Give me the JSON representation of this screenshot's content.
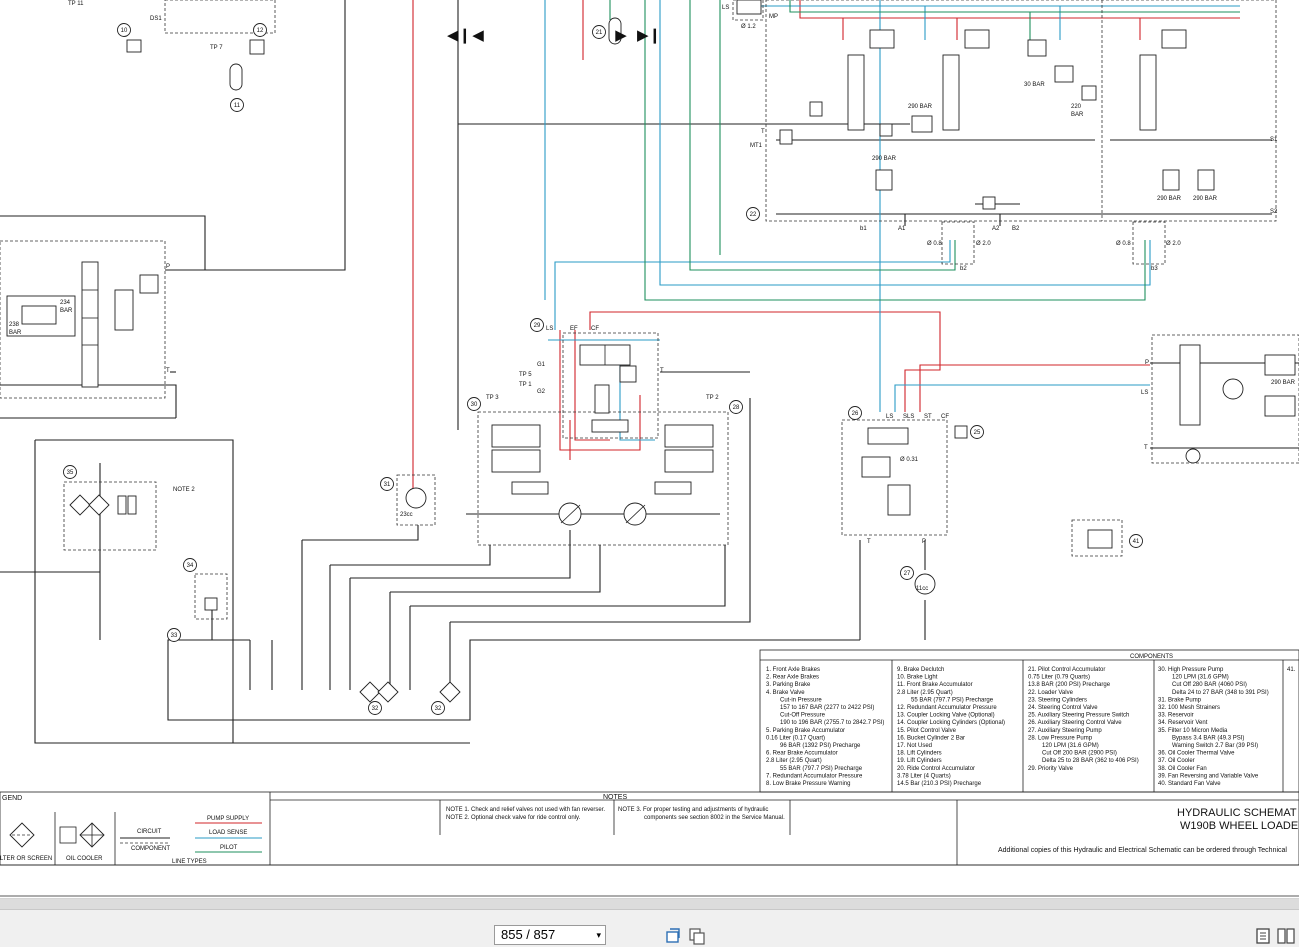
{
  "sheet": {
    "title_line1": "HYDRAULIC SCHEMAT",
    "title_line2": "W190B WHEEL LOADE",
    "copies_note": "Additional copies of this Hydraulic and Electrical Schematic can be ordered through Technical",
    "legend_title": "GEND",
    "notes_title": "NOTES",
    "components_title": "COMPONENTS"
  },
  "legend": {
    "filter_label": "LTER OR SCREEN",
    "cooler_label": "OIL COOLER",
    "circuit": "CIRCUIT",
    "component": "COMPONENT",
    "line_types": "LINE TYPES",
    "pump_supply": "PUMP SUPPLY",
    "load_sense": "LOAD SENSE",
    "pilot": "PILOT",
    "pump_color": "#d0242a",
    "load_color": "#2a9bc6",
    "pilot_color": "#1e8f5e"
  },
  "notes": [
    "NOTE  1.  Check and relief valves not used with fan reverser.",
    "NOTE  2.  Optional check valve for ride control only.",
    "NOTE  3.  For proper testing and adjustments of hydraulic",
    "components see section 8002 in the Service Manual."
  ],
  "components": {
    "col1": [
      "1.  Front Axle Brakes",
      "2.  Rear Axle Brakes",
      "3.  Parking Brake",
      "4.  Brake Valve",
      "Cut-in Pressure",
      "157 to 167 BAR (2277 to 2422 PSI)",
      "Cut-Off Pressure",
      "190 to 196 BAR (2755.7 to 2842.7 PSI)",
      "5.  Parking Brake Accumulator",
      "0.16 Liter (0.17 Quart)",
      "96 BAR (1392 PSI) Precharge",
      "6.  Rear Brake Accumulator",
      "2.8 Liter (2.95 Quart)",
      "55 BAR (797.7 PSI) Precharge",
      "7.  Redundant Accumulator Pressure",
      "8.  Low Brake Pressure Warning"
    ],
    "col2": [
      "9.  Brake Declutch",
      "10. Brake Light",
      "11. Front Brake Accumulator",
      "2.8 Liter (2.95 Quart)",
      "55 BAR (797.7 PSI) Precharge",
      "12. Redundant Accumulator Pressure",
      "13. Coupler Locking Valve (Optional)",
      "14. Coupler Locking Cylinders (Optional)",
      "15. Pilot Control Valve",
      "16. Bucket Cylinder 2 Bar",
      "17. Not Used",
      "18. Lift Cylinders",
      "19. Lift Cylinders",
      "20. Ride Control Accumulator",
      "3.78 Liter (4 Quarts)",
      "14.5 Bar (210.3 PSI) Precharge"
    ],
    "col3": [
      "21. Pilot Control Accumulator",
      "0.75 Liter (0.79 Quarts)",
      "13.8 BAR (200 PSI) Precharge",
      "22. Loader Valve",
      "23. Steering Cylinders",
      "24. Steering Control Valve",
      "25. Auxiliary Steering Pressure Switch",
      "26. Auxiliary Steering Control Valve",
      "27. Auxiliary Steering Pump",
      "28. Low Pressure Pump",
      "120 LPM (31.6 GPM)",
      "Cut Off 200 BAR (2900 PSI)",
      "Delta 25 to 28 BAR (362 to 406 PSI)",
      "29. Priority Valve"
    ],
    "col4": [
      "30. High Pressure Pump",
      "120 LPM (31.6 GPM)",
      "Cut Off 280 BAR (4060 PSI)",
      "Delta 24 to 27 BAR (348 to 391 PSI)",
      "31. Brake Pump",
      "32. 100 Mesh Strainers",
      "33. Reservoir",
      "34. Reservoir Vent",
      "35. Filter 10 Micron Media",
      "Bypass 3.4 BAR (49.3 PSI)",
      "Warning Switch 2.7 Bar (39 PSI)",
      "36. Oil Cooler Thermal Valve",
      "37. Oil Cooler",
      "38. Oil Cooler Fan",
      "39. Fan Reversing and Variable Valve",
      "40. Standard Fan Valve"
    ],
    "col5": "41."
  },
  "labels": {
    "tp11": "TP 11",
    "ds1": "DS1",
    "tp7": "TP 7",
    "ls": "LS",
    "mp": "MP",
    "d12": "Ø 1.2",
    "bar290": "290 BAR",
    "bar30": "30 BAR",
    "bar220": "220",
    "bar": "BAR",
    "mt1": "MT1",
    "t": "T",
    "p": "P",
    "s1": "S1",
    "s2": "S2",
    "b1": "b1",
    "a1": "A1",
    "a2": "A2",
    "b2": "B2",
    "b2l": "b2",
    "b3": "b3",
    "d08": "Ø 0.8",
    "d20": "Ø 2.0",
    "bar234": "234",
    "bar238": "238",
    "ef": "EF",
    "cf": "CF",
    "g1": "G1",
    "g2": "G2",
    "tp5": "TP 5",
    "tp1": "TP 1",
    "tp3": "TP 3",
    "tp2": "TP 2",
    "cc23": "23cc",
    "cc11": "11cc",
    "sls": "SLS",
    "st": "ST",
    "d031": "Ø 0.31",
    "note2": "NOTE 2"
  },
  "callouts": [
    "10",
    "11",
    "12",
    "21",
    "22",
    "25",
    "26",
    "27",
    "28",
    "29",
    "30",
    "31",
    "32",
    "33",
    "34",
    "35",
    "41"
  ],
  "toolbar": {
    "page_display": "855 / 857",
    "first_page_glyph": "◀❙",
    "prev_page_glyph": "◀",
    "next_page_glyph": "▶",
    "last_page_glyph": "▶❙",
    "caret": "▾"
  }
}
